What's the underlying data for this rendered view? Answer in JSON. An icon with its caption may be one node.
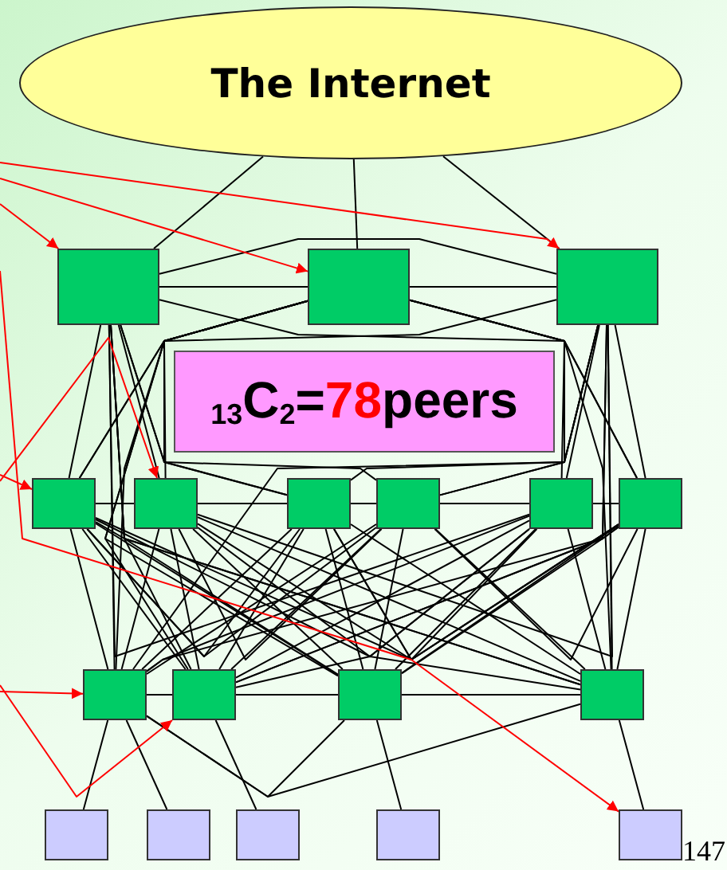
{
  "diagram": {
    "nodes": [
      {
        "text": [
          "The Internet"
        ]
      },
      {
        "text": [],
        "shape": "box"
      },
      {
        "text": [],
        "shape": "box"
      },
      {
        "text": [],
        "shape": "box"
      },
      {
        "text": [
          "$_{13}$C$_{2}$=**78**peers"
        ]
      },
      {
        "text": [],
        "shape": "box"
      },
      {
        "text": [],
        "shape": "box"
      },
      {
        "text": [],
        "shape": "box"
      },
      {
        "text": [],
        "shape": "box"
      },
      {
        "text": [],
        "shape": "box"
      },
      {
        "text": [],
        "shape": "box"
      },
      {
        "text": [],
        "shape": "box"
      },
      {
        "text": [],
        "shape": "box"
      },
      {
        "text": [],
        "shape": "box"
      },
      {
        "text": [],
        "shape": "box"
      },
      {
        "text": [],
        "shape": "box"
      },
      {
        "text": [],
        "shape": "box"
      },
      {
        "text": [],
        "shape": "box"
      },
      {
        "text": [],
        "shape": "box"
      },
      {
        "text": [],
        "shape": "box"
      }
    ],
    "edges": [
      {
        "from": 0,
        "to": 1,
        "arrow": "none"
      },
      {
        "from": 0,
        "to": 2,
        "arrow": "none"
      },
      {
        "from": 0,
        "to": 3,
        "arrow": "none"
      },
      {
        "from": 1,
        "to": 2,
        "arrow": "none"
      },
      {
        "from": 1,
        "to": 3,
        "arrow": "none"
      },
      {
        "from": 1,
        "to": 5,
        "arrow": "none"
      },
      {
        "from": 1,
        "to": 6,
        "arrow": "none"
      },
      {
        "from": 1,
        "to": 7,
        "arrow": "none"
      },
      {
        "from": 1,
        "to": 8,
        "arrow": "none"
      },
      {
        "from": 1,
        "to": 9,
        "arrow": "none"
      },
      {
        "from": 1,
        "to": 10,
        "arrow": "none"
      },
      {
        "from": 1,
        "to": 11,
        "arrow": "none"
      },
      {
        "from": 1,
        "to": 12,
        "arrow": "none"
      },
      {
        "from": 1,
        "to": 13,
        "arrow": "none"
      },
      {
        "from": 1,
        "to": 14,
        "arrow": "none"
      },
      {
        "from": 2,
        "to": 3,
        "arrow": "none"
      },
      {
        "from": 2,
        "to": 5,
        "arrow": "none"
      },
      {
        "from": 2,
        "to": 6,
        "arrow": "none"
      },
      {
        "from": 2,
        "to": 7,
        "arrow": "none"
      },
      {
        "from": 2,
        "to": 8,
        "arrow": "none"
      },
      {
        "from": 2,
        "to": 9,
        "arrow": "none"
      },
      {
        "from": 2,
        "to": 10,
        "arrow": "none"
      },
      {
        "from": 2,
        "to": 11,
        "arrow": "none"
      },
      {
        "from": 2,
        "to": 12,
        "arrow": "none"
      },
      {
        "from": 2,
        "to": 13,
        "arrow": "none"
      },
      {
        "from": 2,
        "to": 14,
        "arrow": "none"
      },
      {
        "from": 3,
        "to": 5,
        "arrow": "none"
      },
      {
        "from": 3,
        "to": 6,
        "arrow": "none"
      },
      {
        "from": 3,
        "to": 7,
        "arrow": "none"
      },
      {
        "from": 3,
        "to": 8,
        "arrow": "none"
      },
      {
        "from": 3,
        "to": 9,
        "arrow": "none"
      },
      {
        "from": 3,
        "to": 10,
        "arrow": "none"
      },
      {
        "from": 3,
        "to": 11,
        "arrow": "none"
      },
      {
        "from": 3,
        "to": 12,
        "arrow": "none"
      },
      {
        "from": 3,
        "to": 13,
        "arrow": "none"
      },
      {
        "from": 3,
        "to": 14,
        "arrow": "none"
      },
      {
        "from": 5,
        "to": 6,
        "arrow": "none"
      },
      {
        "from": 5,
        "to": 7,
        "arrow": "none"
      },
      {
        "from": 5,
        "to": 8,
        "arrow": "none"
      },
      {
        "from": 5,
        "to": 9,
        "arrow": "none"
      },
      {
        "from": 5,
        "to": 10,
        "arrow": "none"
      },
      {
        "from": 5,
        "to": 11,
        "arrow": "none"
      },
      {
        "from": 5,
        "to": 12,
        "arrow": "none"
      },
      {
        "from": 5,
        "to": 13,
        "arrow": "none"
      },
      {
        "from": 5,
        "to": 14,
        "arrow": "none"
      },
      {
        "from": 6,
        "to": 7,
        "arrow": "none"
      },
      {
        "from": 6,
        "to": 8,
        "arrow": "none"
      },
      {
        "from": 6,
        "to": 9,
        "arrow": "none"
      },
      {
        "from": 6,
        "to": 10,
        "arrow": "none"
      },
      {
        "from": 6,
        "to": 11,
        "arrow": "none"
      },
      {
        "from": 6,
        "to": 12,
        "arrow": "none"
      },
      {
        "from": 6,
        "to": 13,
        "arrow": "none"
      },
      {
        "from": 6,
        "to": 14,
        "arrow": "none"
      },
      {
        "from": 7,
        "to": 8,
        "arrow": "none"
      },
      {
        "from": 7,
        "to": 9,
        "arrow": "none"
      },
      {
        "from": 7,
        "to": 10,
        "arrow": "none"
      },
      {
        "from": 7,
        "to": 11,
        "arrow": "none"
      },
      {
        "from": 7,
        "to": 12,
        "arrow": "none"
      },
      {
        "from": 7,
        "to": 13,
        "arrow": "none"
      },
      {
        "from": 7,
        "to": 14,
        "arrow": "none"
      },
      {
        "from": 8,
        "to": 9,
        "arrow": "none"
      },
      {
        "from": 8,
        "to": 10,
        "arrow": "none"
      },
      {
        "from": 8,
        "to": 11,
        "arrow": "none"
      },
      {
        "from": 8,
        "to": 12,
        "arrow": "none"
      },
      {
        "from": 8,
        "to": 13,
        "arrow": "none"
      },
      {
        "from": 8,
        "to": 14,
        "arrow": "none"
      },
      {
        "from": 9,
        "to": 10,
        "arrow": "none"
      },
      {
        "from": 9,
        "to": 11,
        "arrow": "none"
      },
      {
        "from": 9,
        "to": 12,
        "arrow": "none"
      },
      {
        "from": 9,
        "to": 13,
        "arrow": "none"
      },
      {
        "from": 9,
        "to": 14,
        "arrow": "none"
      },
      {
        "from": 10,
        "to": 11,
        "arrow": "none"
      },
      {
        "from": 10,
        "to": 12,
        "arrow": "none"
      },
      {
        "from": 10,
        "to": 13,
        "arrow": "none"
      },
      {
        "from": 10,
        "to": 14,
        "arrow": "none"
      },
      {
        "from": 11,
        "to": 12,
        "arrow": "none"
      },
      {
        "from": 11,
        "to": 13,
        "arrow": "none"
      },
      {
        "from": 11,
        "to": 14,
        "arrow": "none"
      },
      {
        "from": 12,
        "to": 13,
        "arrow": "none"
      },
      {
        "from": 12,
        "to": 14,
        "arrow": "none"
      },
      {
        "from": 13,
        "to": 14,
        "arrow": "none"
      },
      {
        "from": 11,
        "to": 15,
        "arrow": "none"
      },
      {
        "from": 11,
        "to": 16,
        "arrow": "none"
      },
      {
        "from": 12,
        "to": 17,
        "arrow": "none"
      },
      {
        "from": 13,
        "to": 18,
        "arrow": "none"
      },
      {
        "from": 14,
        "to": 19,
        "arrow": "none"
      },
      {
        "from": null,
        "to": 1,
        "arrow": "to",
        "color": "#ff0000"
      },
      {
        "from": null,
        "to": 2,
        "arrow": "to",
        "color": "#ff0000"
      },
      {
        "from": null,
        "to": 3,
        "arrow": "to",
        "color": "#ff0000"
      },
      {
        "from": null,
        "to": 5,
        "arrow": "to",
        "color": "#ff0000"
      },
      {
        "from": null,
        "to": 6,
        "arrow": "to",
        "color": "#ff0000"
      },
      {
        "from": null,
        "to": 11,
        "arrow": "to",
        "color": "#ff0000"
      },
      {
        "from": null,
        "to": 12,
        "arrow": "to",
        "color": "#ff0000"
      },
      {
        "from": null,
        "to": 19,
        "arrow": "to",
        "color": "#ff0000"
      }
    ],
    "labels": [
      "147"
    ]
  }
}
